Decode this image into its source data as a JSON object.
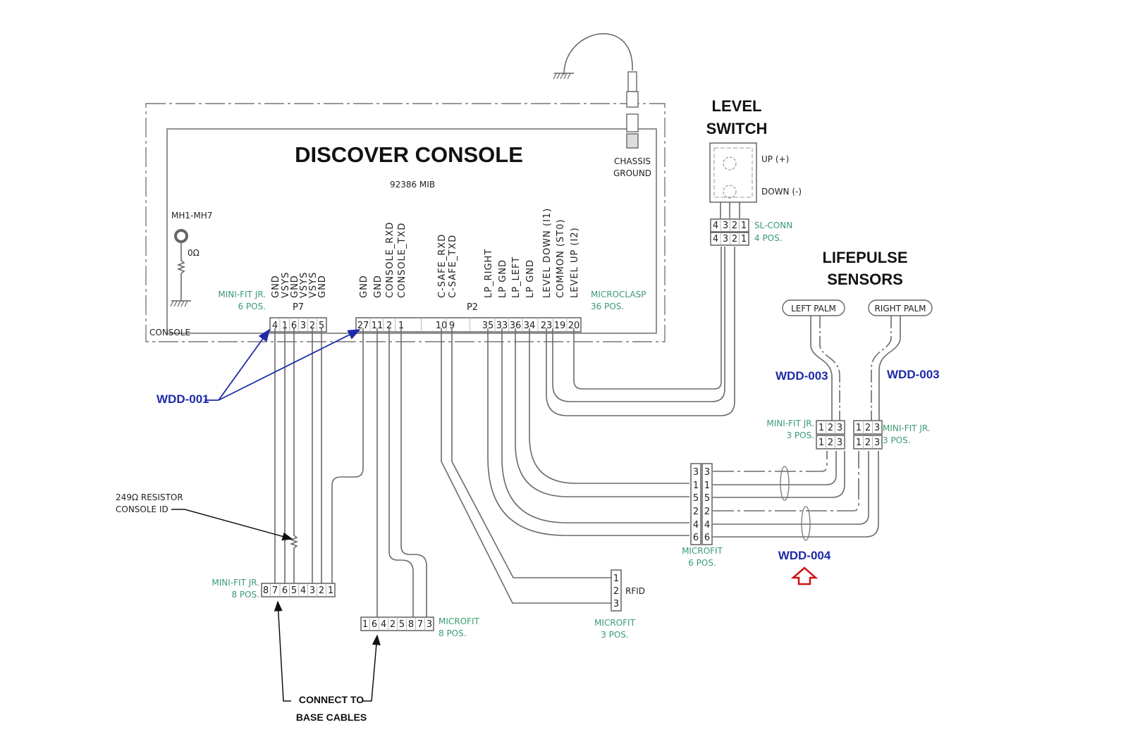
{
  "console": {
    "title": "DISCOVER CONSOLE",
    "part_number": "92386 MIB",
    "outer_label": "CONSOLE",
    "mounting": {
      "label": "MH1-MH7",
      "resistance": "0Ω"
    },
    "chassis_ground": [
      "CHASSIS",
      "GROUND"
    ]
  },
  "p7": {
    "name": "P7",
    "type": [
      "MINI-FIT JR.",
      "6 POS."
    ],
    "signals": [
      "GND",
      "VSYS",
      "GND",
      "VSYS",
      "VSYS",
      "GND"
    ],
    "pins": [
      "4",
      "1",
      "6",
      "3",
      "2",
      "5"
    ]
  },
  "p2": {
    "name": "P2",
    "type": [
      "MICROCLASP",
      "36 POS."
    ],
    "signals": [
      "GND",
      "GND",
      "CONSOLE_RXD",
      "CONSOLE_TXD",
      "C-SAFE_RXD",
      "C-SAFE_TXD",
      "LP_RIGHT",
      "LP GND",
      "LP_LEFT",
      "LP GND",
      "LEVEL DOWN (I1)",
      "COMMON (ST0)",
      "LEVEL  UP (I2)"
    ],
    "pins": [
      "27",
      "11",
      "2",
      "1",
      "10",
      "9",
      "35",
      "33",
      "36",
      "34",
      "23",
      "19",
      "20"
    ]
  },
  "level_switch": {
    "title": [
      "LEVEL",
      "SWITCH"
    ],
    "up_label": "UP (+)",
    "down_label": "DOWN (-)",
    "connector": {
      "type": [
        "SL-CONN",
        "4 POS."
      ],
      "pins": [
        "4",
        "3",
        "2",
        "1"
      ]
    }
  },
  "lifepulse": {
    "title": [
      "LIFEPULSE",
      "SENSORS"
    ],
    "left": {
      "label": "LEFT PALM",
      "cable": "WDD-003",
      "type": [
        "MINI-FIT JR.",
        "3 POS."
      ],
      "pins": [
        "1",
        "2",
        "3"
      ]
    },
    "right": {
      "label": "RIGHT PALM",
      "cable": "WDD-003",
      "type": [
        "MINI-FIT JR.",
        "3 POS."
      ],
      "pins": [
        "1",
        "2",
        "3"
      ]
    }
  },
  "microfit6": {
    "type": [
      "MICROFIT",
      "6 POS."
    ],
    "pins": [
      "3",
      "1",
      "5",
      "2",
      "4",
      "6"
    ]
  },
  "wdd004": {
    "label": "WDD-004",
    "marker": "up-arrow-icon",
    "marker_color": "#cc1111"
  },
  "wdd001": {
    "label": "WDD-001"
  },
  "resistor_note": [
    "249Ω RESISTOR",
    "CONSOLE ID"
  ],
  "minifit8": {
    "type": [
      "MINI-FIT JR.",
      "8 POS."
    ],
    "pins": [
      "8",
      "7",
      "6",
      "5",
      "4",
      "3",
      "2",
      "1"
    ]
  },
  "microfit8": {
    "type": [
      "MICROFIT",
      "8 POS."
    ],
    "pins": [
      "1",
      "6",
      "4",
      "2",
      "5",
      "8",
      "7",
      "3"
    ]
  },
  "rfid": {
    "label": "RFID",
    "type": [
      "MICROFIT",
      "3 POS."
    ],
    "pins": [
      "1",
      "2",
      "3"
    ]
  },
  "base_note": [
    "CONNECT TO",
    "BASE CABLES"
  ],
  "colors": {
    "cable_label": "#1f2aa8",
    "connector_type": "#3a9a72",
    "wire": "#6b6b6b"
  }
}
